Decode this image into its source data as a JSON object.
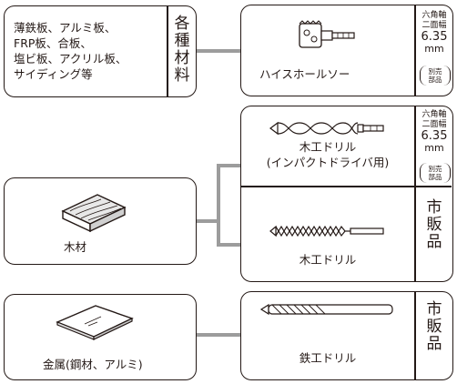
{
  "materials": {
    "thin_sheets": {
      "lines": [
        "薄鉄板、アルミ板、",
        "FRP板、合板、",
        "塩ビ板、アクリル板、",
        "サイディング等"
      ],
      "category_vertical": [
        "各",
        "種",
        "材",
        "料"
      ]
    },
    "wood": {
      "label": "木材"
    },
    "metal": {
      "label": "金属(鋼材、アルミ)"
    }
  },
  "tools": {
    "hole_saw": {
      "label": "ハイスホールソー",
      "spec": {
        "line1": "六角軸",
        "line2": "二面幅",
        "size": "6.35",
        "unit": "mm",
        "note1": "別売",
        "note2": "部品"
      }
    },
    "wood_drill_impact": {
      "label_line1": "木工ドリル",
      "label_line2": "(インパクトドライバ用)",
      "spec": {
        "line1": "六角軸",
        "line2": "二面幅",
        "size": "6.35",
        "unit": "mm",
        "note1": "別売",
        "note2": "部品"
      }
    },
    "wood_drill": {
      "label": "木工ドリル",
      "source_vertical": [
        "市",
        "販",
        "品"
      ]
    },
    "iron_drill": {
      "label": "鉄工ドリル",
      "source_vertical": [
        "市",
        "販",
        "品"
      ]
    }
  },
  "colors": {
    "line": "#231815",
    "connector": "#9c9c9c"
  }
}
